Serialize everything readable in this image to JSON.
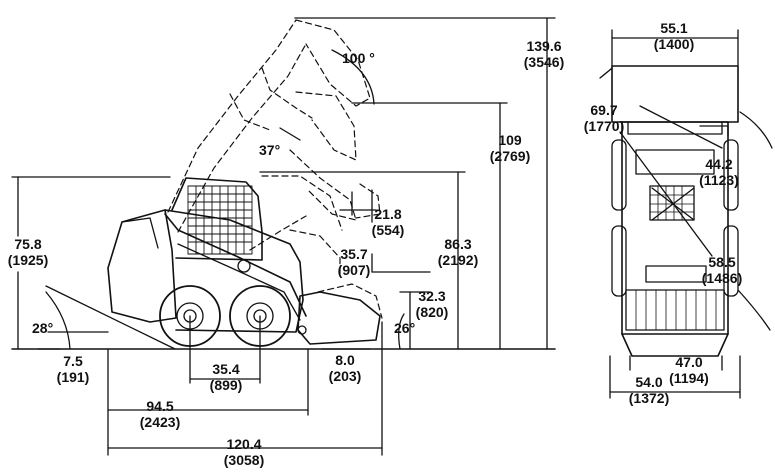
{
  "dimensions": {
    "height_overall_raised": {
      "inches": "139.6",
      "mm": "(3546)"
    },
    "hinge_pin_height": {
      "inches": "109",
      "mm": "(2769)"
    },
    "height_to_cab": {
      "inches": "86.3",
      "mm": "(2192)"
    },
    "height_no_attachment": {
      "inches": "75.8",
      "mm": "(1925)"
    },
    "dump_reach": {
      "inches": "21.8",
      "mm": "(554)"
    },
    "dump_height": {
      "inches": "35.7",
      "mm": "(907)"
    },
    "bucket_height": {
      "inches": "32.3",
      "mm": "(820)"
    },
    "ground_clearance": {
      "inches": "7.5",
      "mm": "(191)"
    },
    "wheelbase": {
      "inches": "35.4",
      "mm": "(899)"
    },
    "bucket_offset": {
      "inches": "8.0",
      "mm": "(203)"
    },
    "length_no_attachment": {
      "inches": "94.5",
      "mm": "(2423)"
    },
    "length_with_bucket": {
      "inches": "120.4",
      "mm": "(3058)"
    },
    "width_bucket": {
      "inches": "55.1",
      "mm": "(1400)"
    },
    "turning_radius_bucket": {
      "inches": "69.7",
      "mm": "(1770)"
    },
    "turning_radius_rear": {
      "inches": "44.2",
      "mm": "(1123)"
    },
    "turning_radius_front": {
      "inches": "58.5",
      "mm": "(1486)"
    },
    "tread_width": {
      "inches": "47.0",
      "mm": "(1194)"
    },
    "width_overall": {
      "inches": "54.0",
      "mm": "(1372)"
    }
  },
  "angles": {
    "dump_angle_raised": "100 °",
    "dump_angle": "37°",
    "departure_angle": "28°",
    "rollback_angle": "26°"
  }
}
